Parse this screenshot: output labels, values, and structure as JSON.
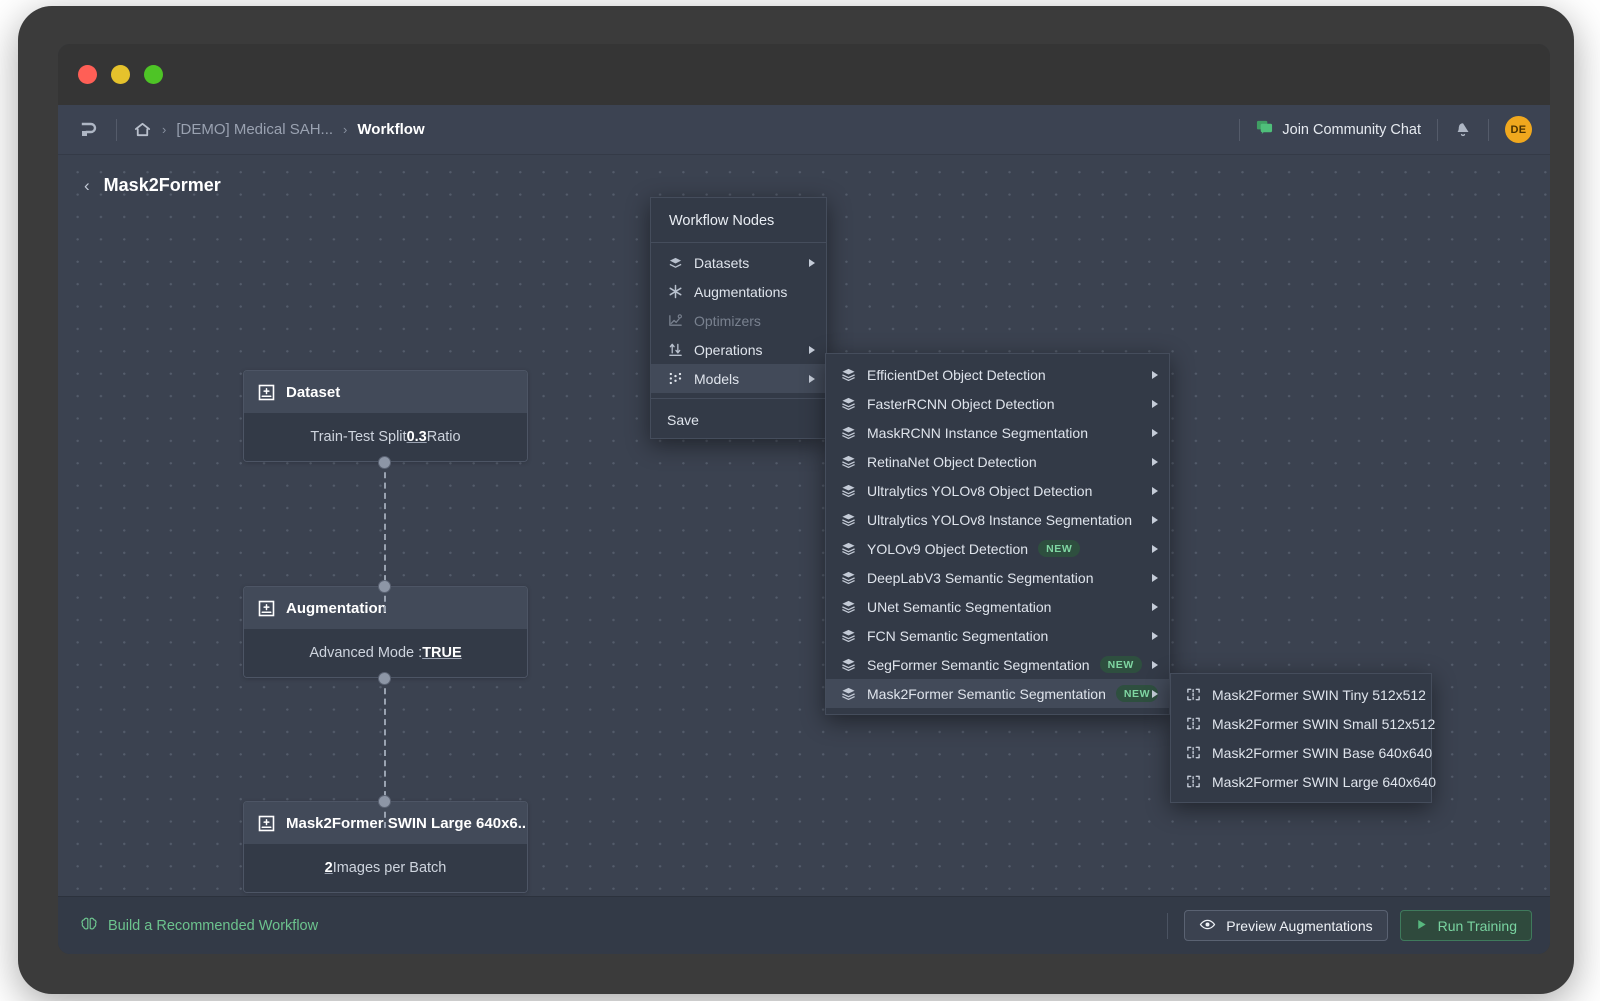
{
  "window": {
    "traffic_lights": [
      "close",
      "minimize",
      "maximize"
    ]
  },
  "header": {
    "logo_icon": "app-logo-icon",
    "home_icon": "home-icon",
    "breadcrumb": [
      {
        "label": "[DEMO] Medical SAH...",
        "active": false
      },
      {
        "label": "Workflow",
        "active": true
      }
    ],
    "separator": "›",
    "community_chat": {
      "label": "Join Community Chat",
      "icon": "chat-bubble-icon"
    },
    "notifications_icon": "bell-icon",
    "avatar_initials": "DE"
  },
  "page": {
    "back_chevron": "‹",
    "title": "Mask2Former"
  },
  "nodes": [
    {
      "id": "dataset",
      "icon": "node-box-icon",
      "title": "Dataset",
      "body_prefix": "Train-Test Split ",
      "body_value": "0.3",
      "body_suffix": " Ratio"
    },
    {
      "id": "augmentation",
      "icon": "node-box-icon",
      "title": "Augmentation",
      "body_prefix": "Advanced Mode : ",
      "body_value": "TRUE",
      "body_suffix": ""
    },
    {
      "id": "model",
      "icon": "node-box-icon",
      "title": "Mask2Former SWIN Large 640x6...",
      "body_prefix": "",
      "body_value": "2",
      "body_suffix": " Images per Batch"
    }
  ],
  "context_menu": {
    "title": "Workflow Nodes",
    "items": [
      {
        "label": "Datasets",
        "icon": "datasets-icon",
        "submenu": true,
        "disabled": false,
        "active": false
      },
      {
        "label": "Augmentations",
        "icon": "augmentations-icon",
        "submenu": false,
        "disabled": false,
        "active": false
      },
      {
        "label": "Optimizers",
        "icon": "optimizers-icon",
        "submenu": false,
        "disabled": true,
        "active": false
      },
      {
        "label": "Operations",
        "icon": "operations-icon",
        "submenu": true,
        "disabled": false,
        "active": false
      },
      {
        "label": "Models",
        "icon": "models-icon",
        "submenu": true,
        "disabled": false,
        "active": true
      }
    ],
    "save_label": "Save"
  },
  "models_menu": {
    "items": [
      {
        "label": "EfficientDet Object Detection",
        "icon": "layers-icon",
        "badge": "",
        "active": false
      },
      {
        "label": "FasterRCNN Object Detection",
        "icon": "layers-icon",
        "badge": "",
        "active": false
      },
      {
        "label": "MaskRCNN Instance Segmentation",
        "icon": "layers-icon",
        "badge": "",
        "active": false
      },
      {
        "label": "RetinaNet Object Detection",
        "icon": "layers-icon",
        "badge": "",
        "active": false
      },
      {
        "label": "Ultralytics YOLOv8 Object Detection",
        "icon": "layers-icon",
        "badge": "",
        "active": false
      },
      {
        "label": "Ultralytics YOLOv8 Instance Segmentation",
        "icon": "layers-icon",
        "badge": "",
        "active": false
      },
      {
        "label": "YOLOv9 Object Detection",
        "icon": "layers-icon",
        "badge": "NEW",
        "active": false
      },
      {
        "label": "DeepLabV3 Semantic Segmentation",
        "icon": "layers-icon",
        "badge": "",
        "active": false
      },
      {
        "label": "UNet Semantic Segmentation",
        "icon": "layers-icon",
        "badge": "",
        "active": false
      },
      {
        "label": "FCN Semantic Segmentation",
        "icon": "layers-icon",
        "badge": "",
        "active": false
      },
      {
        "label": "SegFormer Semantic Segmentation",
        "icon": "layers-icon",
        "badge": "NEW",
        "active": false
      },
      {
        "label": "Mask2Former Semantic Segmentation",
        "icon": "layers-icon",
        "badge": "NEW",
        "active": true
      }
    ]
  },
  "variants_menu": {
    "items": [
      {
        "label": "Mask2Former SWIN Tiny 512x512",
        "icon": "model-variant-icon"
      },
      {
        "label": "Mask2Former SWIN Small 512x512",
        "icon": "model-variant-icon"
      },
      {
        "label": "Mask2Former SWIN Base 640x640",
        "icon": "model-variant-icon"
      },
      {
        "label": "Mask2Former SWIN Large 640x640",
        "icon": "model-variant-icon"
      }
    ]
  },
  "footer": {
    "build_label": "Build a Recommended Workflow",
    "build_icon": "brain-icon",
    "preview_label": "Preview Augmentations",
    "preview_icon": "eye-icon",
    "run_label": "Run Training",
    "run_icon": "play-icon"
  },
  "colors": {
    "canvas": "#3b4250",
    "panel": "#333a47",
    "accent_green": "#6cc38e",
    "avatar": "#f0a81e",
    "badge_bg": "#2e4f3f",
    "badge_text": "#7fd6a2"
  }
}
